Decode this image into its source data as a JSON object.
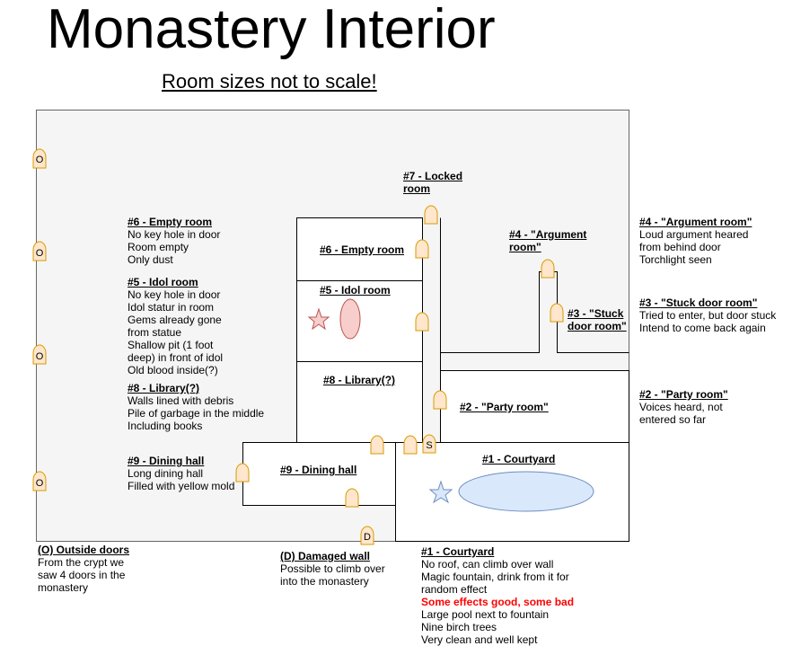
{
  "title": "Monastery Interior",
  "subtitle": "Room sizes not to scale!",
  "door_labels": {
    "outside": "O",
    "secret": "S",
    "damaged": "D"
  },
  "rooms": {
    "room6": "#6 - Empty room",
    "room5": "#5 - Idol room",
    "room8": "#8 - Library(?)",
    "room9": "#9 - Dining hall",
    "room1": "#1 - Courtyard",
    "room7": "#7 - Locked room",
    "room4": "#4 - \"Argument room\"",
    "room3": "#3 - \"Stuck door room\"",
    "room2": "#2 - \"Party room\""
  },
  "notes": {
    "n6": {
      "heading": "#6 - Empty room",
      "lines": [
        "No key hole in door",
        "Room empty",
        "Only dust"
      ]
    },
    "n5": {
      "heading": "#5 - Idol room",
      "lines": [
        "No key hole in door",
        "Idol statur in room",
        "Gems already gone",
        "from statue",
        "Shallow pit (1 foot",
        "deep) in front of idol",
        "Old blood inside(?)"
      ]
    },
    "n8": {
      "heading": "#8 - Library(?)",
      "lines": [
        "Walls lined with debris",
        "Pile of garbage in the middle",
        "Including books"
      ]
    },
    "n9": {
      "heading": "#9 - Dining hall",
      "lines": [
        "Long dining hall",
        "Filled with yellow mold"
      ]
    },
    "n4": {
      "heading": "#4 - \"Argument room\"",
      "lines": [
        "Loud argument heared",
        "from behind door",
        "Torchlight seen"
      ]
    },
    "n3": {
      "heading": "#3 - \"Stuck door room\"",
      "lines": [
        "Tried to enter, but door stuck",
        "Intend to come back again"
      ]
    },
    "n2": {
      "heading": "#2 - \"Party room\"",
      "lines": [
        "Voices heard, not",
        "entered so far"
      ]
    },
    "nO": {
      "heading": "(O) Outside doors",
      "lines": [
        "From the crypt we",
        "saw 4 doors in the",
        "monastery"
      ]
    },
    "nD": {
      "heading": "(D) Damaged wall",
      "lines": [
        "Possible to climb over",
        "into the monastery"
      ]
    },
    "n1": {
      "heading": "#1 - Courtyard",
      "lines": [
        "No roof, can climb over wall",
        "Magic fountain, drink from it for",
        "random effect"
      ],
      "highlight": "Some effects good, some  bad",
      "lines_after": [
        "Large pool next to fountain",
        "Nine birch trees",
        "Very clean and well kept"
      ]
    }
  },
  "colors": {
    "floor": "#f5f5f5",
    "door_fill": "#ffe6cc",
    "door_stroke": "#d79b00",
    "idol": "#f8cecc",
    "idol_stroke": "#b85450",
    "pool": "#dae8fc",
    "pool_stroke": "#6c8ebf",
    "warning": "#ff0000"
  },
  "icons": {
    "idol_star": "star-icon",
    "fountain_star": "star-icon",
    "door": "door-arch-icon"
  }
}
